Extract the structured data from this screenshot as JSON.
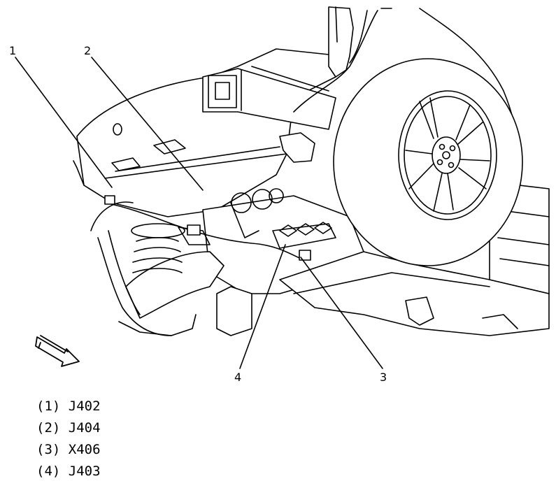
{
  "callouts": [
    {
      "number": "1"
    },
    {
      "number": "2"
    },
    {
      "number": "3"
    },
    {
      "number": "4"
    }
  ],
  "legend": [
    {
      "text": "(1) J402"
    },
    {
      "text": "(2) J404"
    },
    {
      "text": "(3) X406"
    },
    {
      "text": "(4) J403"
    }
  ],
  "icons": {
    "direction": "front-direction-arrow-icon"
  }
}
